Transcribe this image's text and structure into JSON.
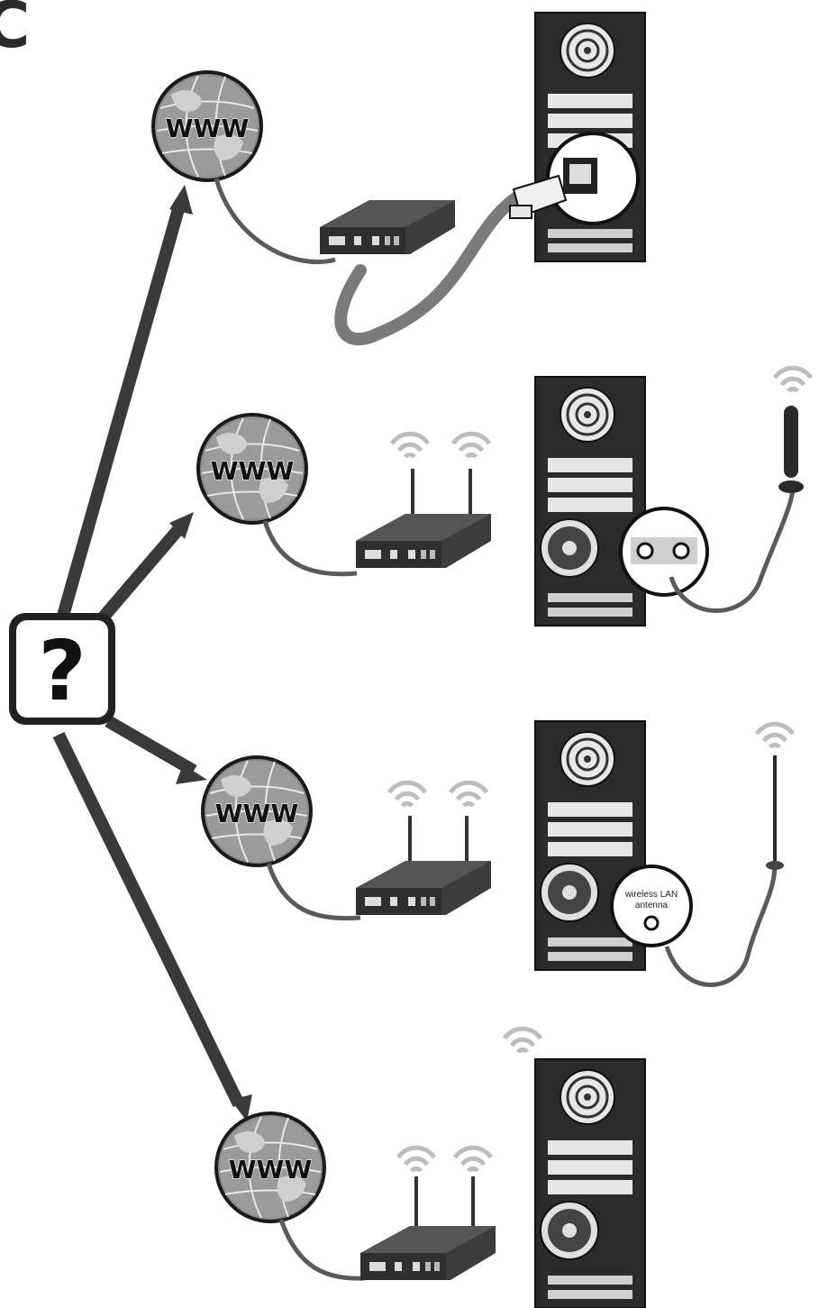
{
  "question_box": {
    "label": "?"
  },
  "edge_glyph": "C",
  "globe_label": "WWW",
  "scenarios": [
    {
      "name": "wired-ethernet"
    },
    {
      "name": "wireless-pci-card-with-external-antenna"
    },
    {
      "name": "wireless-lan-antenna-port"
    },
    {
      "name": "built-in-wireless"
    }
  ],
  "wireless_lan_port_label": {
    "line1": "wireless LAN",
    "line2": "antenna"
  },
  "colors": {
    "arrow": "#3a3a3a",
    "tower": "#2b2b2b",
    "router": "#3c3c3c",
    "cable": "#5a5a5a"
  }
}
